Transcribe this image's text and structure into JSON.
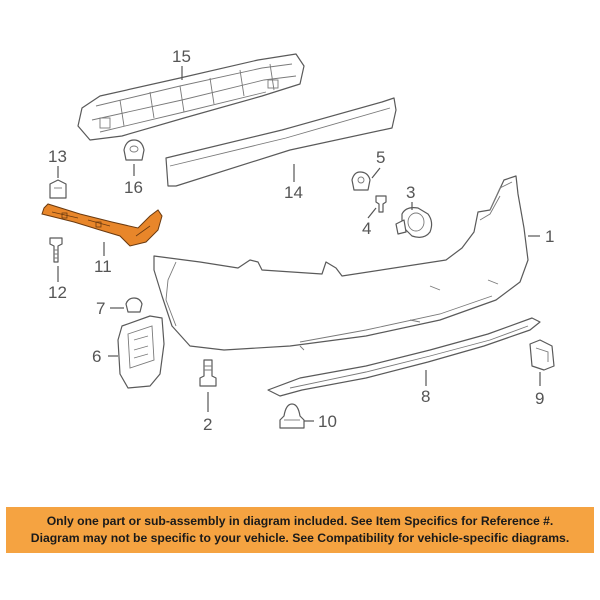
{
  "callouts": {
    "p1": "1",
    "p2": "2",
    "p3": "3",
    "p4": "4",
    "p5": "5",
    "p6": "6",
    "p7": "7",
    "p8": "8",
    "p9": "9",
    "p10": "10",
    "p11": "11",
    "p12": "12",
    "p13": "13",
    "p14": "14",
    "p15": "15",
    "p16": "16"
  },
  "highlight_color": "#e8862a",
  "notice": {
    "background": "#f5a341",
    "line1": "Only one part or sub-assembly in diagram included. See Item Specifics for Reference #.",
    "line2": "Diagram may not be specific to your vehicle. See Compatibility for vehicle-specific diagrams."
  }
}
